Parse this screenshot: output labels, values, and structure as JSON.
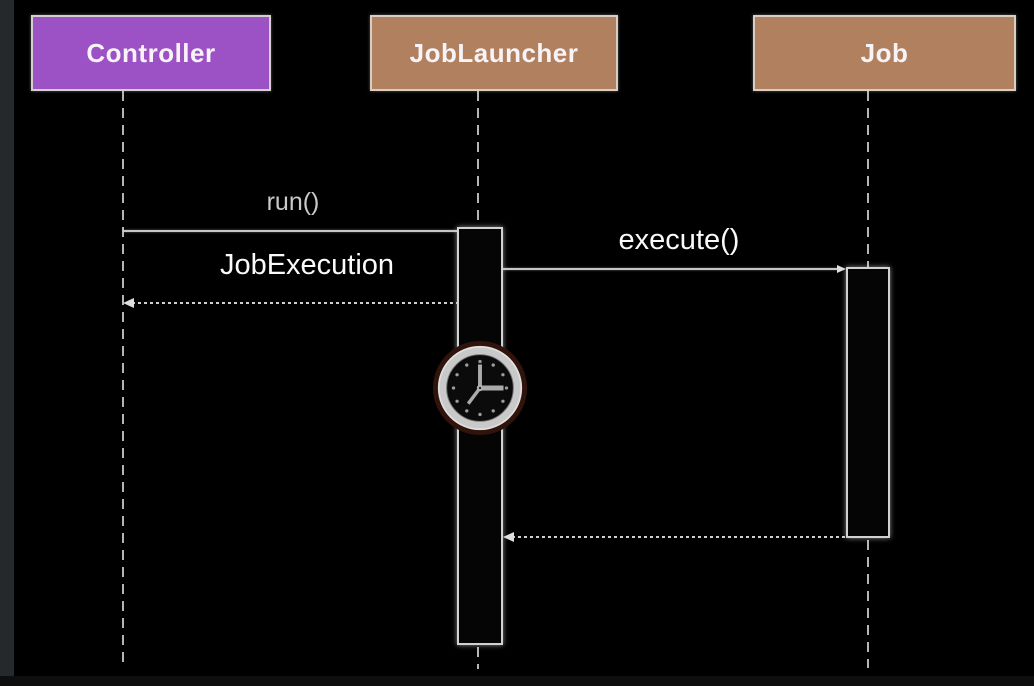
{
  "diagram": {
    "kind": "uml-sequence-diagram",
    "colors": {
      "background": "#000000",
      "controller_fill": "#9c52c5",
      "joblauncher_fill": "#b1815f",
      "job_fill": "#b1815f",
      "line": "#c6c6c6",
      "edge_strip": "#26292b"
    },
    "actors": {
      "controller": {
        "label": "Controller"
      },
      "joblauncher": {
        "label": "JobLauncher"
      },
      "job": {
        "label": "Job"
      }
    },
    "messages": {
      "run": {
        "label": "run()"
      },
      "jobexecution": {
        "label": "JobExecution"
      },
      "execute": {
        "label": "execute()"
      },
      "return_to_launcher": {
        "label": ""
      }
    },
    "icons": {
      "clock": {
        "name": "clock-icon"
      }
    }
  }
}
